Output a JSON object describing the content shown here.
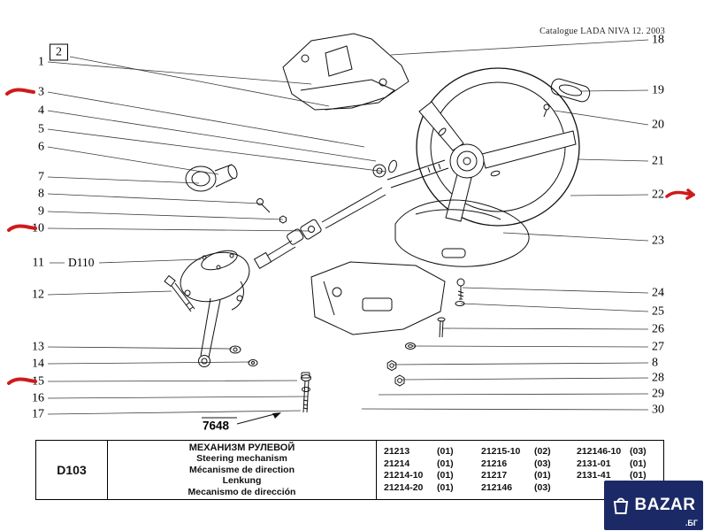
{
  "header": {
    "catalogue_title": "Catalogue LADA NIVA 12. 2003"
  },
  "diagram": {
    "left_callouts": [
      "1",
      "2",
      "3",
      "4",
      "5",
      "6",
      "7",
      "8",
      "9",
      "10",
      "11",
      "12",
      "13",
      "14",
      "15",
      "16",
      "17"
    ],
    "right_callouts": [
      "18",
      "19",
      "20",
      "21",
      "22",
      "23",
      "24",
      "25",
      "26",
      "27",
      "8",
      "28",
      "29",
      "30"
    ],
    "inline_labels": {
      "d110": "D110",
      "figure_ref": "7648"
    }
  },
  "table": {
    "code": "D103",
    "title_lines": [
      "МЕХАНИЗМ РУЛЕВОЙ",
      "Steering mechanism",
      "Mécanisme de direction",
      "Lenkung",
      "Mecanismo de dirección"
    ],
    "parts_columns": [
      [
        {
          "num": "21213",
          "qty": "(01)"
        },
        {
          "num": "21214",
          "qty": "(01)"
        },
        {
          "num": "21214-10",
          "qty": "(01)"
        },
        {
          "num": "21214-20",
          "qty": "(01)"
        }
      ],
      [
        {
          "num": "21215-10",
          "qty": "(02)"
        },
        {
          "num": "21216",
          "qty": "(03)"
        },
        {
          "num": "21217",
          "qty": "(01)"
        },
        {
          "num": "212146",
          "qty": "(03)"
        }
      ],
      [
        {
          "num": "212146-10",
          "qty": "(03)"
        },
        {
          "num": "2131-01",
          "qty": "(01)"
        },
        {
          "num": "2131-41",
          "qty": "(01)"
        }
      ]
    ]
  },
  "watermark": {
    "brand": "BAZAR",
    "suffix": ".БГ"
  },
  "colors": {
    "line": "#1a1a1a",
    "red_mark": "#cf1a1a",
    "logo_bg": "#1b2a66"
  }
}
